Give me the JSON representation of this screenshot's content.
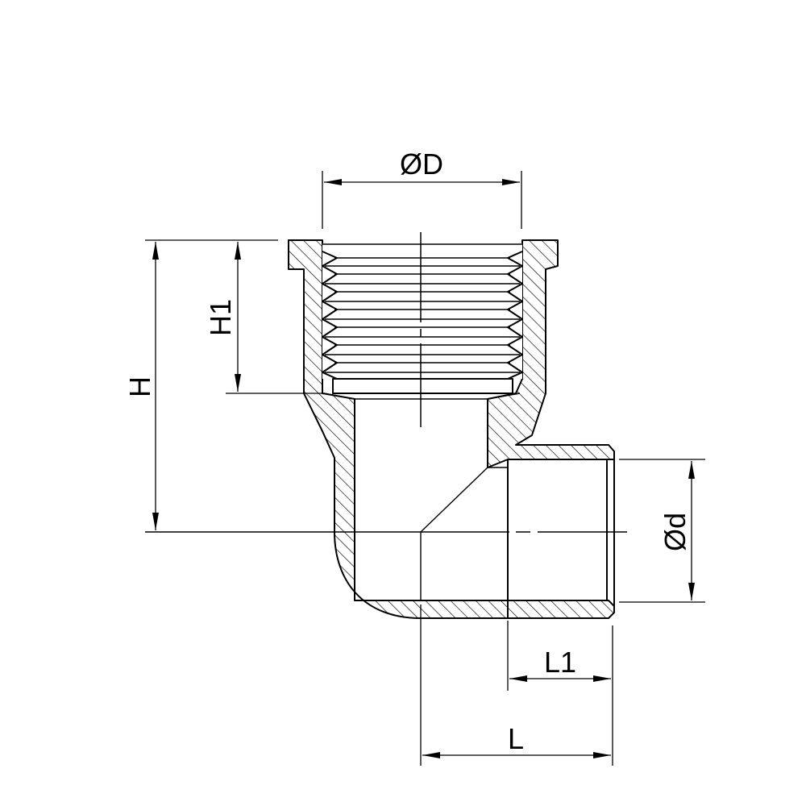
{
  "drawing": {
    "subject": "90 degree threaded elbow fitting, sectional view",
    "line_color": "#000000",
    "background": "#ffffff"
  },
  "dimensions": {
    "outer_diameter": {
      "label": "ØD"
    },
    "inner_diameter": {
      "label": "Ød"
    },
    "height": {
      "label": "H"
    },
    "thread_height": {
      "label": "H1"
    },
    "length": {
      "label": "L"
    },
    "socket_length": {
      "label": "L1"
    }
  }
}
